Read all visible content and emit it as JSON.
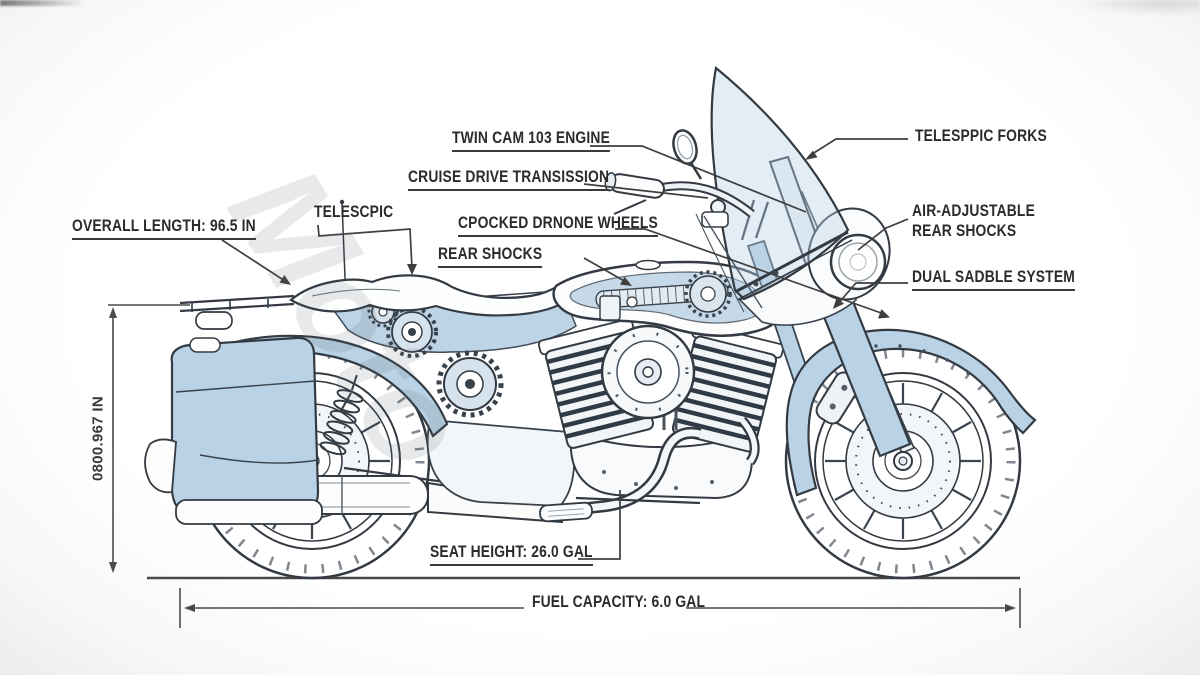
{
  "diagram": {
    "watermark": "Moto",
    "labels": {
      "overall_length": "OVERALL LENGTH: 96.5 IN",
      "telescopic": "TELESCPIC",
      "twin_cam_engine": "TWIN CAM 103 ENGINE",
      "cruise_drive": "CRUISE DRIVE TRANSISSION",
      "spoked_wheels": "CPOCKED DRNONE WHEELS",
      "rear_shocks": "REAR SHOCKS",
      "telescopic_forks": "TELESPPIC FORKS",
      "air_adjustable_shocks": "AIR-ADJUSTABLE REAR SHOCKS",
      "dual_saddle": "DUAL SADBLE SYSTEM",
      "seat_height": "SEAT HEIGHT: 26.0 GAL",
      "fuel_capacity": "FUEL CAPACITY: 6.0 GAL",
      "overall_height": "0800.967 IN"
    },
    "colors": {
      "accent_blue": "#b9d2e5",
      "line": "#333a42",
      "label_text": "#2b2b2b"
    }
  }
}
